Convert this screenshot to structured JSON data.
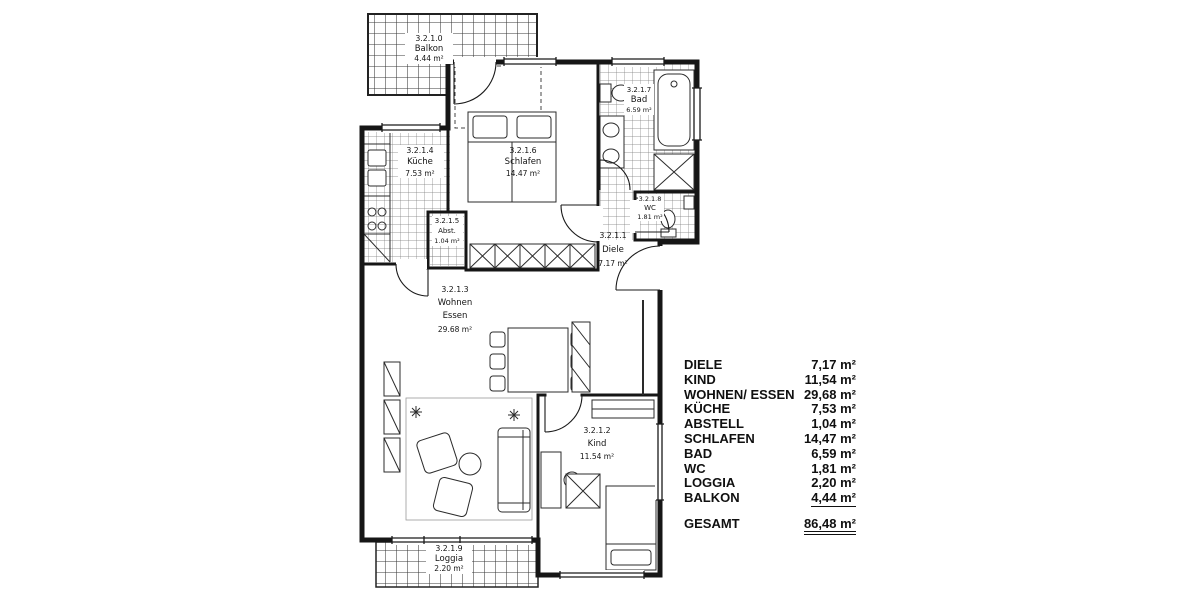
{
  "plan": {
    "rooms": {
      "balkon": {
        "id": "3.2.1.0",
        "name": "Balkon",
        "area": "4.44 m²"
      },
      "kueche": {
        "id": "3.2.1.4",
        "name": "Küche",
        "area": "7.53 m²"
      },
      "schlafen": {
        "id": "3.2.1.6",
        "name": "Schlafen",
        "area": "14.47 m²"
      },
      "abstell": {
        "id": "3.2.1.5",
        "name": "Abst.",
        "area": "1.04 m²"
      },
      "bad": {
        "id": "3.2.1.7",
        "name": "Bad",
        "area": "6.59 m²"
      },
      "wc": {
        "id": "3.2.1.8",
        "name": "WC",
        "area": "1.81 m²"
      },
      "diele": {
        "id": "3.2.1.1",
        "name": "Diele",
        "area": "7.17 m²"
      },
      "wohnen": {
        "id": "3.2.1.3",
        "name_line1": "Wohnen",
        "name_line2": "Essen",
        "area": "29.68 m²"
      },
      "kind": {
        "id": "3.2.1.2",
        "name": "Kind",
        "area": "11.54 m²"
      },
      "loggia": {
        "id": "3.2.1.9",
        "name": "Loggia",
        "area": "2.20 m²"
      }
    }
  },
  "legend": {
    "rows": [
      {
        "label": "DIELE",
        "value": "7,17 m²"
      },
      {
        "label": "KIND",
        "value": "11,54 m²"
      },
      {
        "label": "WOHNEN/ ESSEN",
        "value": "29,68 m²"
      },
      {
        "label": "KÜCHE",
        "value": "7,53 m²"
      },
      {
        "label": "ABSTELL",
        "value": "1,04 m²"
      },
      {
        "label": "SCHLAFEN",
        "value": "14,47 m²"
      },
      {
        "label": "BAD",
        "value": "6,59 m²"
      },
      {
        "label": "WC",
        "value": "1,81 m²"
      },
      {
        "label": "LOGGIA",
        "value": "2,20 m²"
      },
      {
        "label": "BALKON",
        "value": "4,44 m²"
      }
    ],
    "total": {
      "label": "GESAMT",
      "value": "86,48 m²"
    }
  }
}
